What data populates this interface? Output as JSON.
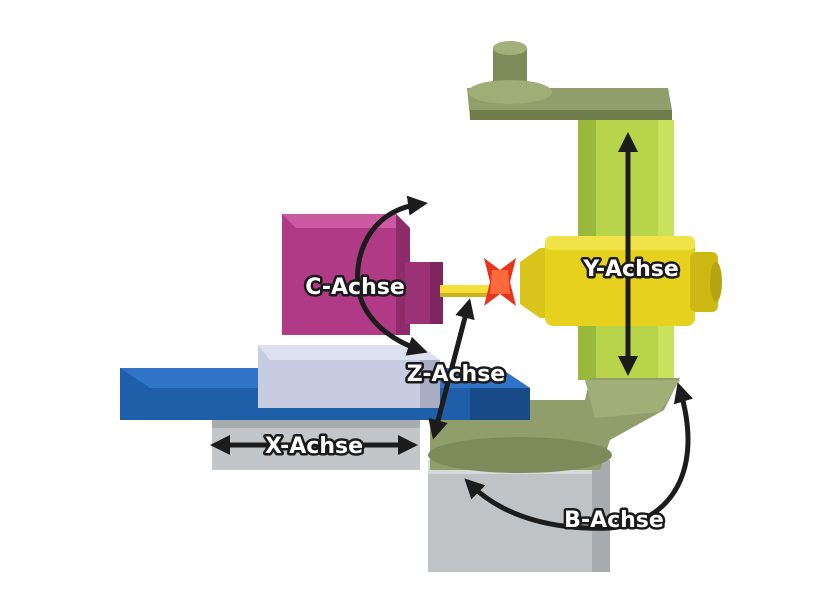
{
  "labels": {
    "c_axis": "C-Achse",
    "y_axis": "Y-Achse",
    "z_axis": "Z-Achse",
    "x_axis": "X-Achse",
    "b_axis": "B-Achse"
  },
  "colors": {
    "magenta_head": "#b03a86",
    "blue_bed": "#1f5ea8",
    "slide": "#c8cce0",
    "olive_arm": "#8f9e6a",
    "lime_column": "#b8d44a",
    "yellow_spindle": "#e6d21e",
    "grey_base": "#bfc3c6",
    "red_tool": "#e8341c",
    "arrow": "#1c1c1c"
  }
}
